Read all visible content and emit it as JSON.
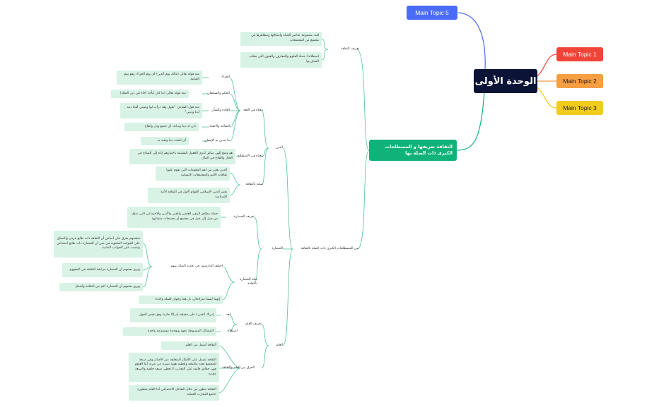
{
  "root": {
    "label": "الوحدة الأولى"
  },
  "main_topics": [
    {
      "id": "mt5",
      "label": "Main Topic 5",
      "color": "#4a6cf7"
    },
    {
      "id": "mt1",
      "label": "Main Topic 1",
      "color": "#f04438"
    },
    {
      "id": "mt2",
      "label": "Main Topic 2",
      "color": "#f59e42"
    },
    {
      "id": "mt3",
      "label": "Main Topic 3",
      "color": "#f2cc1d"
    }
  ],
  "branch": {
    "label": "الثقافة تعريفها و المصطلحات الكبرى ذات الصلة بها",
    "color": "#0fb37a",
    "culture_def": {
      "label": "تعريف الثقافة",
      "lang": "لغة: مجموعة عناصر الحياة وأشكالها ومظاهرها في مجتمع من المجتمعات",
      "term": "اصطلاحا: جملة العلوم والمعارف والفنون التي يطلب الحذق بها"
    },
    "terms": {
      "label": "من المصطلحات الكبرى ذات الصلة بالثقافة",
      "religion": {
        "label": "الدين",
        "lang": {
          "label": "معناه في اللغة",
          "items": [
            {
              "k": "الجزاء",
              "v": "منه قوله تعالى (مالك يوم الدين) أي يوم الجزاء، وهو يوم القيامة"
            },
            {
              "k": "الحكم والسلطان",
              "v": "منه قوله تعالى (ما كان ليأخذ أخاه في دين الملك)"
            },
            {
              "k": "العادة والشأن",
              "v": "منه قول الشاعر: \"تقول وقد درأت لها وضيني أهذا دينه أبدا وديني\""
            },
            {
              "k": "الطاعة والانقياد",
              "v": "دان له دينا وديانة: أي خضع وذل وأطاع"
            },
            {
              "k": "ما يتدين به الإنسان",
              "v": "أي اتخذه دينا وتعبد به"
            }
          ]
        },
        "term": {
          "label": "معناه في الاصطلاح",
          "v": "هو وضع إلهي سائق لذوي العقول السليمة باختيارهم إياه إلى الصلاح في الحال والفلاح في المآل"
        },
        "relation": {
          "label": "صلته بالثقافة",
          "items": [
            "الدين يعتبر من أهم المقومات التي تقوم عليها ثقافات الأمم والمجتمعات الإنسانية",
            "يعتبر الدين الإسلامي القوام الأول في الثقافة الأمة الإسلامية"
          ]
        }
      },
      "civilization": {
        "label": "الحضارة",
        "def": {
          "label": "تعريف الحضارة",
          "v": "جملة مظاهر الرقي العلمي والفني والأدبي والاجتماعي التي تنتقل من جيل إلى جيل في مجتمع أو مجتمعات متشابهة"
        },
        "relation": {
          "label": "صلة الحضارة بالثقافة",
          "diff": {
            "label": "اختلف الدارسون في تحديد الصلة بينهم",
            "items": [
              "فبعضهم يفرق على أساس أن الثقافة ذات طابع فردي والتصاق على الجوانب المعنوية في حين أن الحضارة ذات طابع اجتماعي وتنصب على الجوانب المادية",
              "ويرى بعضهم أن الحضارة مرادفة للثقافة في المفهوم",
              "ويرى بعضهم أن الحضارة أعم من الثقافة وأشمل"
            ]
          },
          "note": "إنهما ليستا مترادفان، بل هما وجهان لعملة واحدة"
        }
      },
      "science": {
        "label": "العلم",
        "def": {
          "label": "تعريف العلم",
          "lang": {
            "k": "لغة",
            "v": "إدراك الشيء على حقيقته إدراكا جازما وهو نقيض الجهل"
          },
          "term": {
            "k": "اصطلاح",
            "v": "المسائل المضبوطة بجهة ويوحدة موضوعية واحدة"
          }
        },
        "diff": {
          "label": "الفرق بين العلم والثقافة",
          "items": [
            "الثقافة أشمل من العلم",
            "الثقافة تشمل على الأفكار المتعلقة عبر الأجيال وهي صبغة للمجتمع تحدد ملامحه وتعطيه هوية تميزه عن غيره، أما العلوم فهي حقائق قائمة على التجارب لا تعطي صبغة خلقية ولاصبغة عقدية",
            "الثقافة تتطور من خلال التفاعل الاجتماعي أما العلم فتطوره خاضع للتجارب العملية"
          ]
        }
      }
    }
  }
}
